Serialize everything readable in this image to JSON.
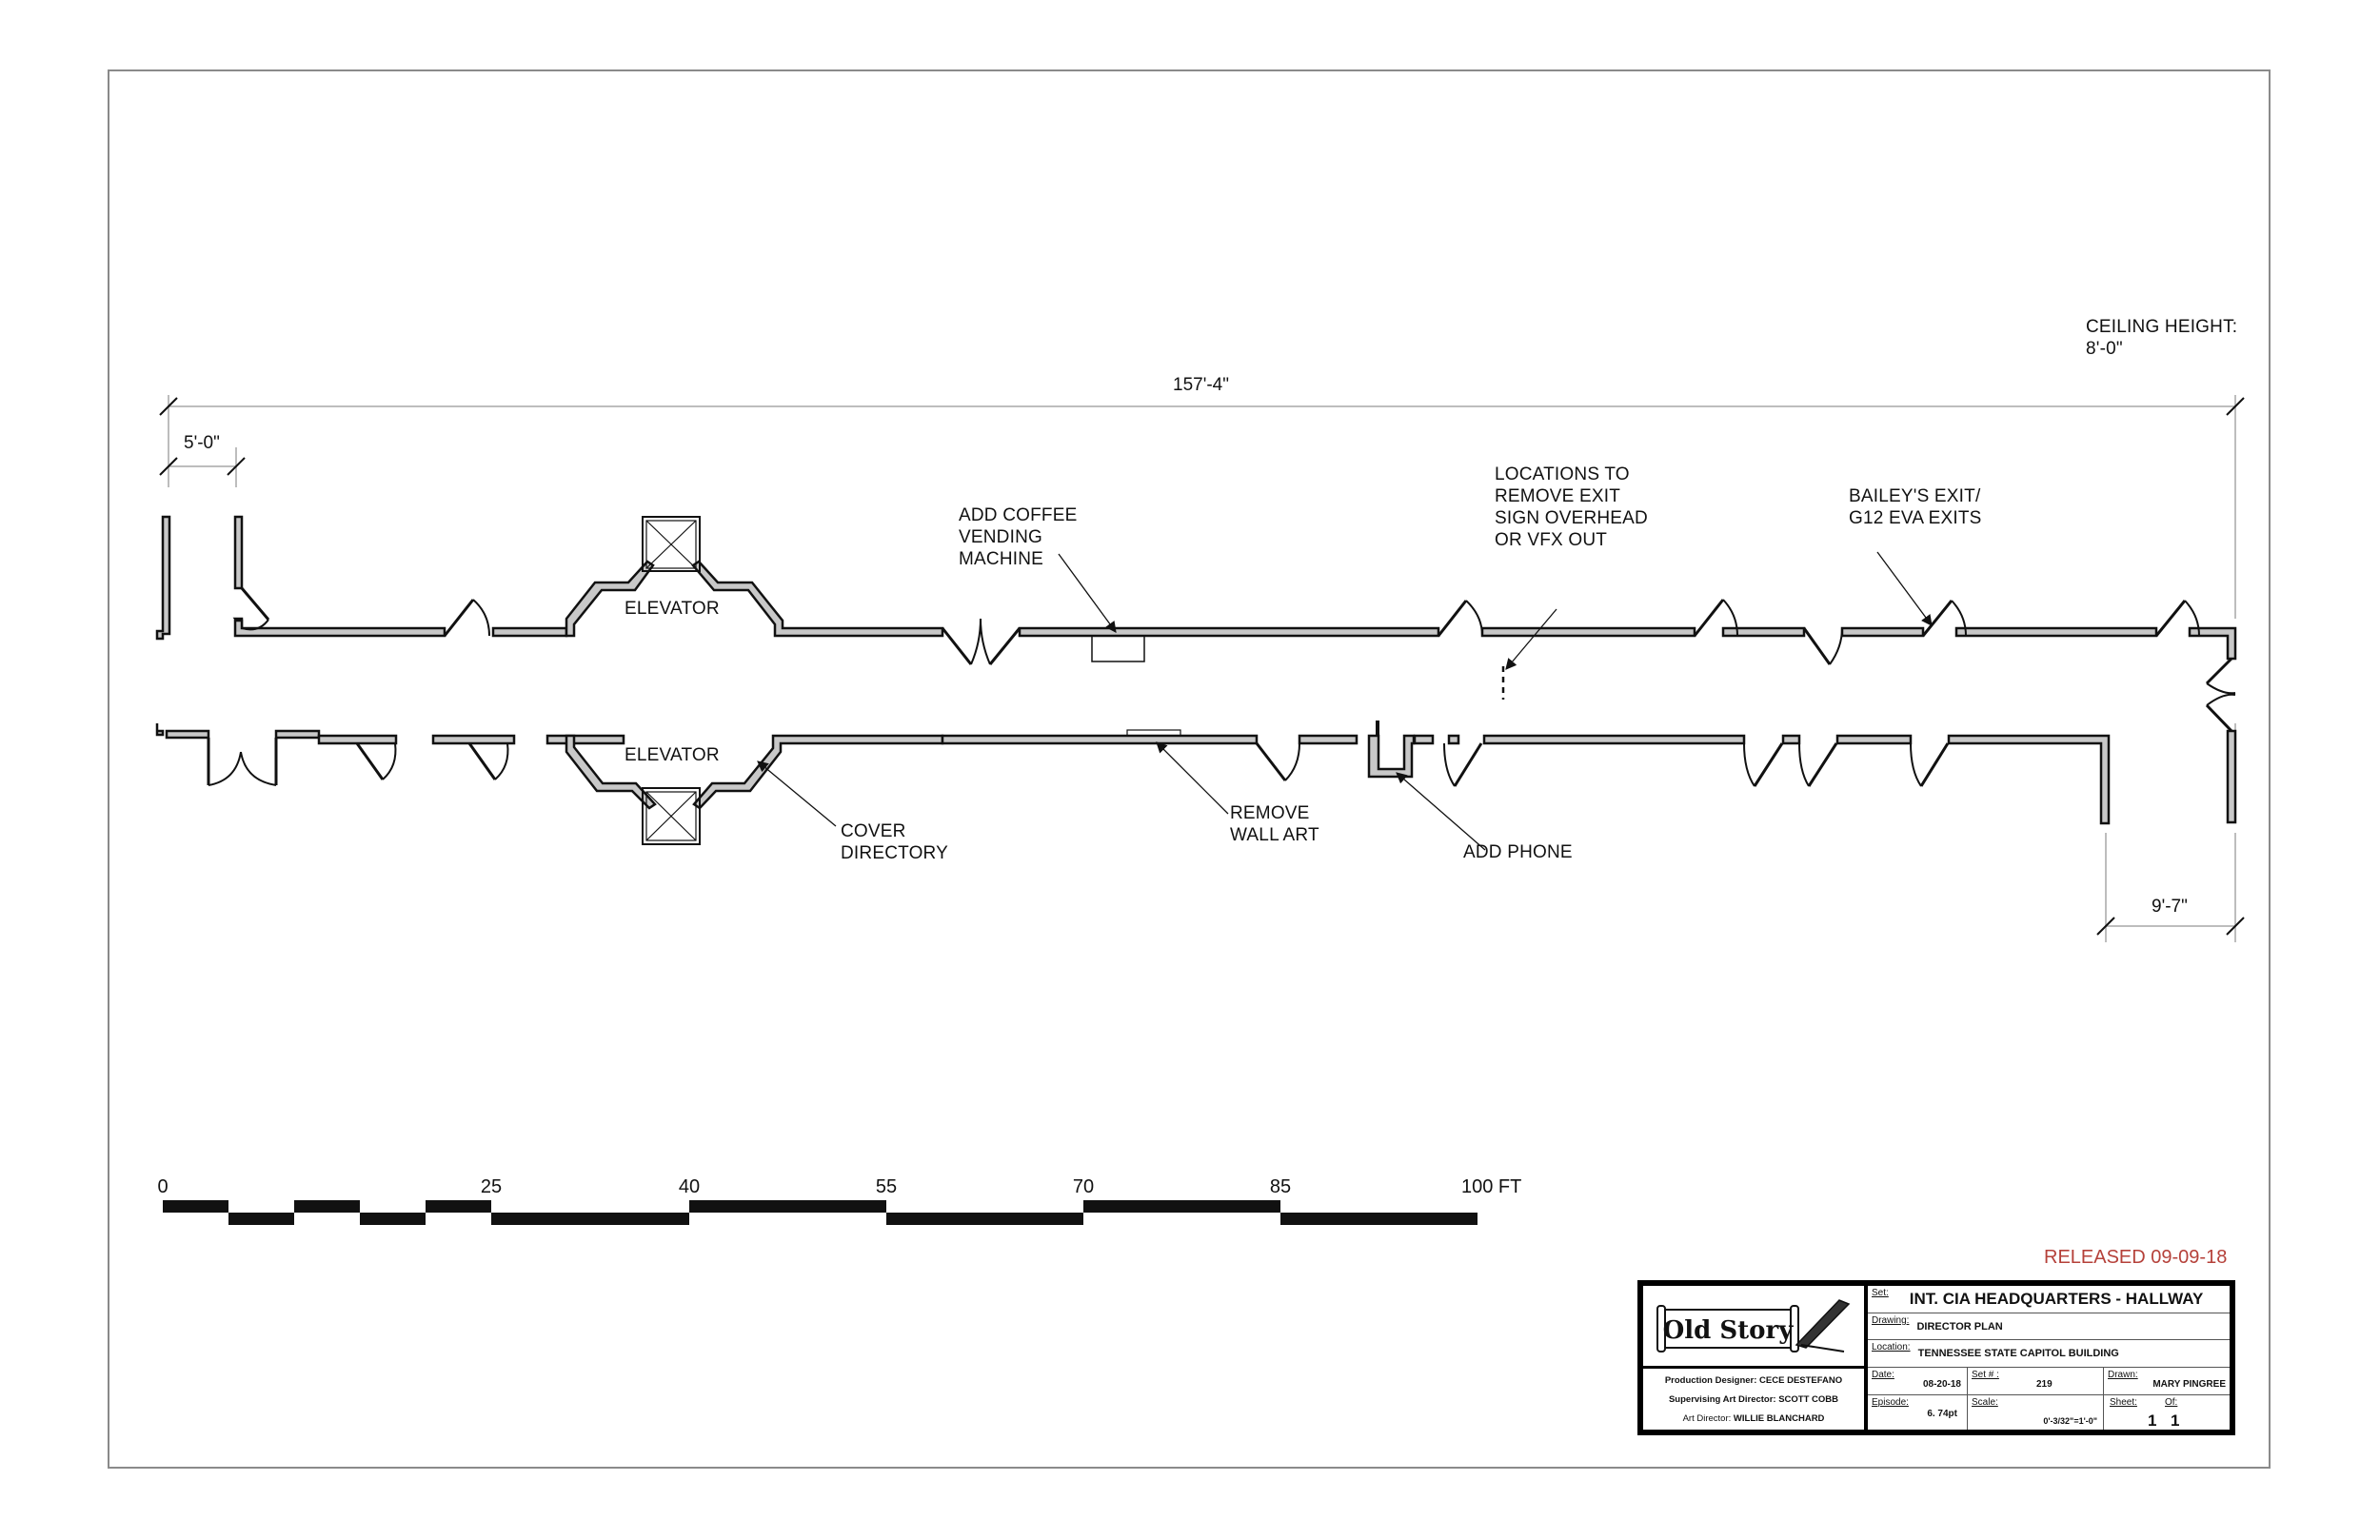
{
  "notes": {
    "ceiling_height_label": "CEILING HEIGHT:",
    "ceiling_height_value": "8'-0\"",
    "released": "RELEASED 09-09-18"
  },
  "dimensions": {
    "overall_length": "157'-4\"",
    "left_opening": "5'-0\"",
    "right_opening": "9'-7\""
  },
  "rooms": {
    "elevator_top": "ELEVATOR",
    "elevator_bottom": "ELEVATOR"
  },
  "callouts": {
    "coffee": "ADD COFFEE\nVENDING\nMACHINE",
    "exit_sign": "LOCATIONS TO\nREMOVE EXIT\nSIGN OVERHEAD\nOR VFX OUT",
    "baileys_exit": "BAILEY'S EXIT/\nG12 EVA EXITS",
    "cover_directory": "COVER\nDIRECTORY",
    "remove_wall_art": "REMOVE\nWALL ART",
    "add_phone": "ADD PHONE"
  },
  "scale_bar": {
    "ticks": [
      "0",
      "25",
      "40",
      "55",
      "70",
      "85",
      "100 FT"
    ]
  },
  "title_block": {
    "logo_text": "Old Story",
    "production_designer": "Production Designer: CECE DESTEFANO",
    "supervising_art_director": "Supervising Art Director: SCOTT COBB",
    "art_director_label": "Art Director:",
    "art_director_name": "WILLIE BLANCHARD",
    "set_caption": "Set:",
    "set_value": "INT. CIA HEADQUARTERS - HALLWAY",
    "drawing_caption": "Drawing:",
    "drawing_value": "DIRECTOR PLAN",
    "location_caption": "Location:",
    "location_value": "TENNESSEE STATE CAPITOL BUILDING",
    "date_caption": "Date:",
    "date_value": "08-20-18",
    "set_number_caption": "Set # :",
    "set_number_value": "219",
    "drawn_caption": "Drawn:",
    "drawn_value": "MARY PINGREE",
    "episode_caption": "Episode:",
    "episode_value": "6. 74pt",
    "scale_caption": "Scale:",
    "scale_value": "0'-3/32\"=1'-0\"",
    "sheet_caption": "Sheet:",
    "sheet_value": "1",
    "of_caption": "Of:",
    "of_value": "1"
  },
  "colors": {
    "wall_fill": "#c8c8c8",
    "line": "#111111",
    "released": "#b5413a",
    "frame": "#8a8a8a"
  }
}
